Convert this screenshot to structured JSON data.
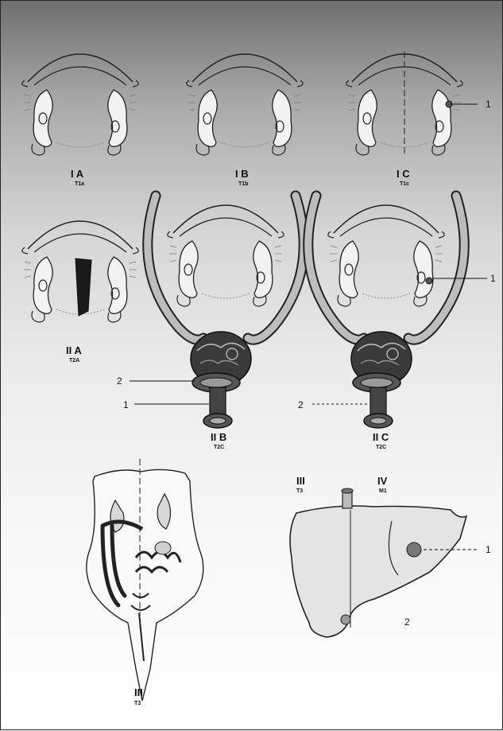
{
  "panels": [
    {
      "id": "IA",
      "stage": "I A",
      "t": "T1a"
    },
    {
      "id": "IB",
      "stage": "I B",
      "t": "T1b"
    },
    {
      "id": "IC",
      "stage": "I C",
      "t": "T1c"
    },
    {
      "id": "IIA",
      "stage": "II A",
      "t": "T2A"
    },
    {
      "id": "IIB",
      "stage": "II B",
      "t": "T2C"
    },
    {
      "id": "IIC",
      "stage": "II C",
      "t": "T2C"
    },
    {
      "id": "III",
      "stage": "III",
      "t": "T3"
    }
  ],
  "liver": {
    "left_stage": "III",
    "left_t": "T3",
    "right_stage": "IV",
    "right_t": "M1"
  },
  "callouts": {
    "one": "1",
    "two": "2"
  }
}
